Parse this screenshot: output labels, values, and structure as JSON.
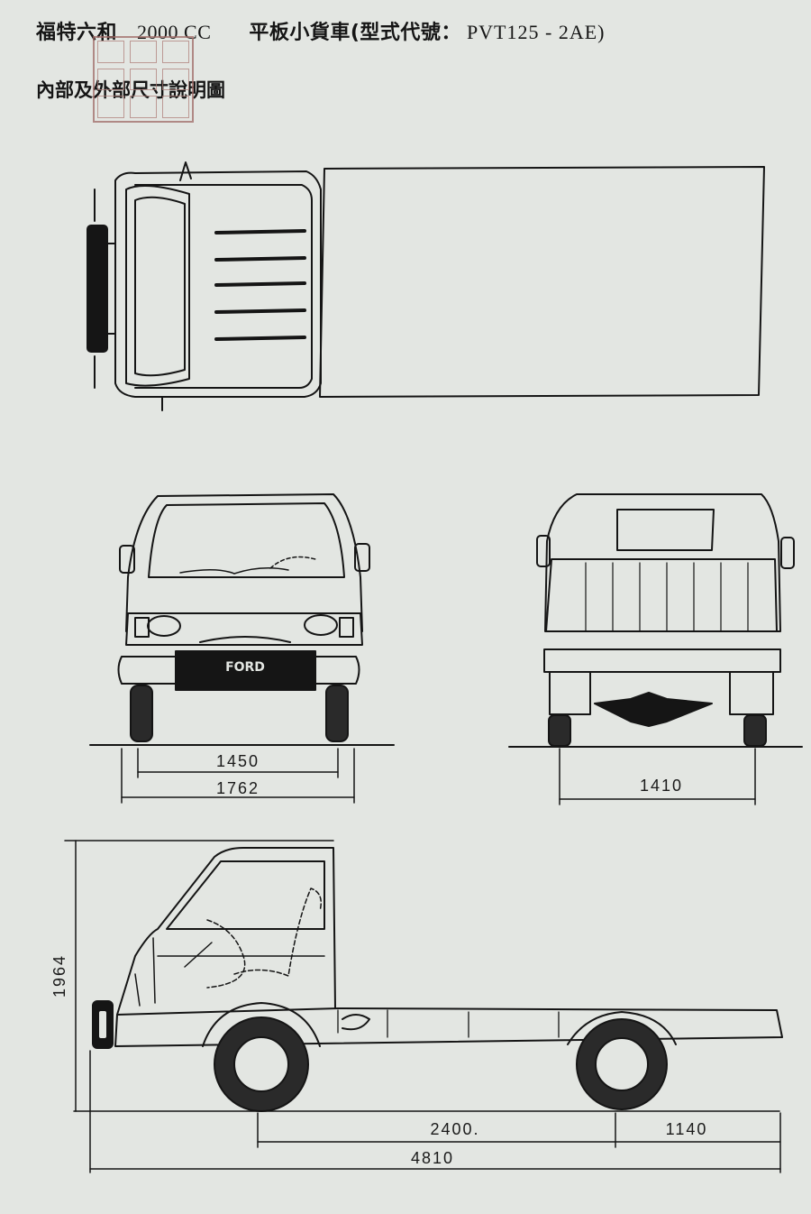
{
  "header": {
    "brand": "福特六和",
    "engine": "2000 CC",
    "model": "平板小貨車(型式代號：",
    "code": "PVT125 - 2AE)",
    "subtitle": "內部及外部尺寸說明圖"
  },
  "dimensions": {
    "front_track": "1450",
    "overall_width": "1762",
    "rear_track": "1410",
    "height": "1964",
    "wheelbase": "2400.",
    "rear_overhang": "1140",
    "overall_length": "4810"
  },
  "badge": {
    "text": "FORD"
  }
}
